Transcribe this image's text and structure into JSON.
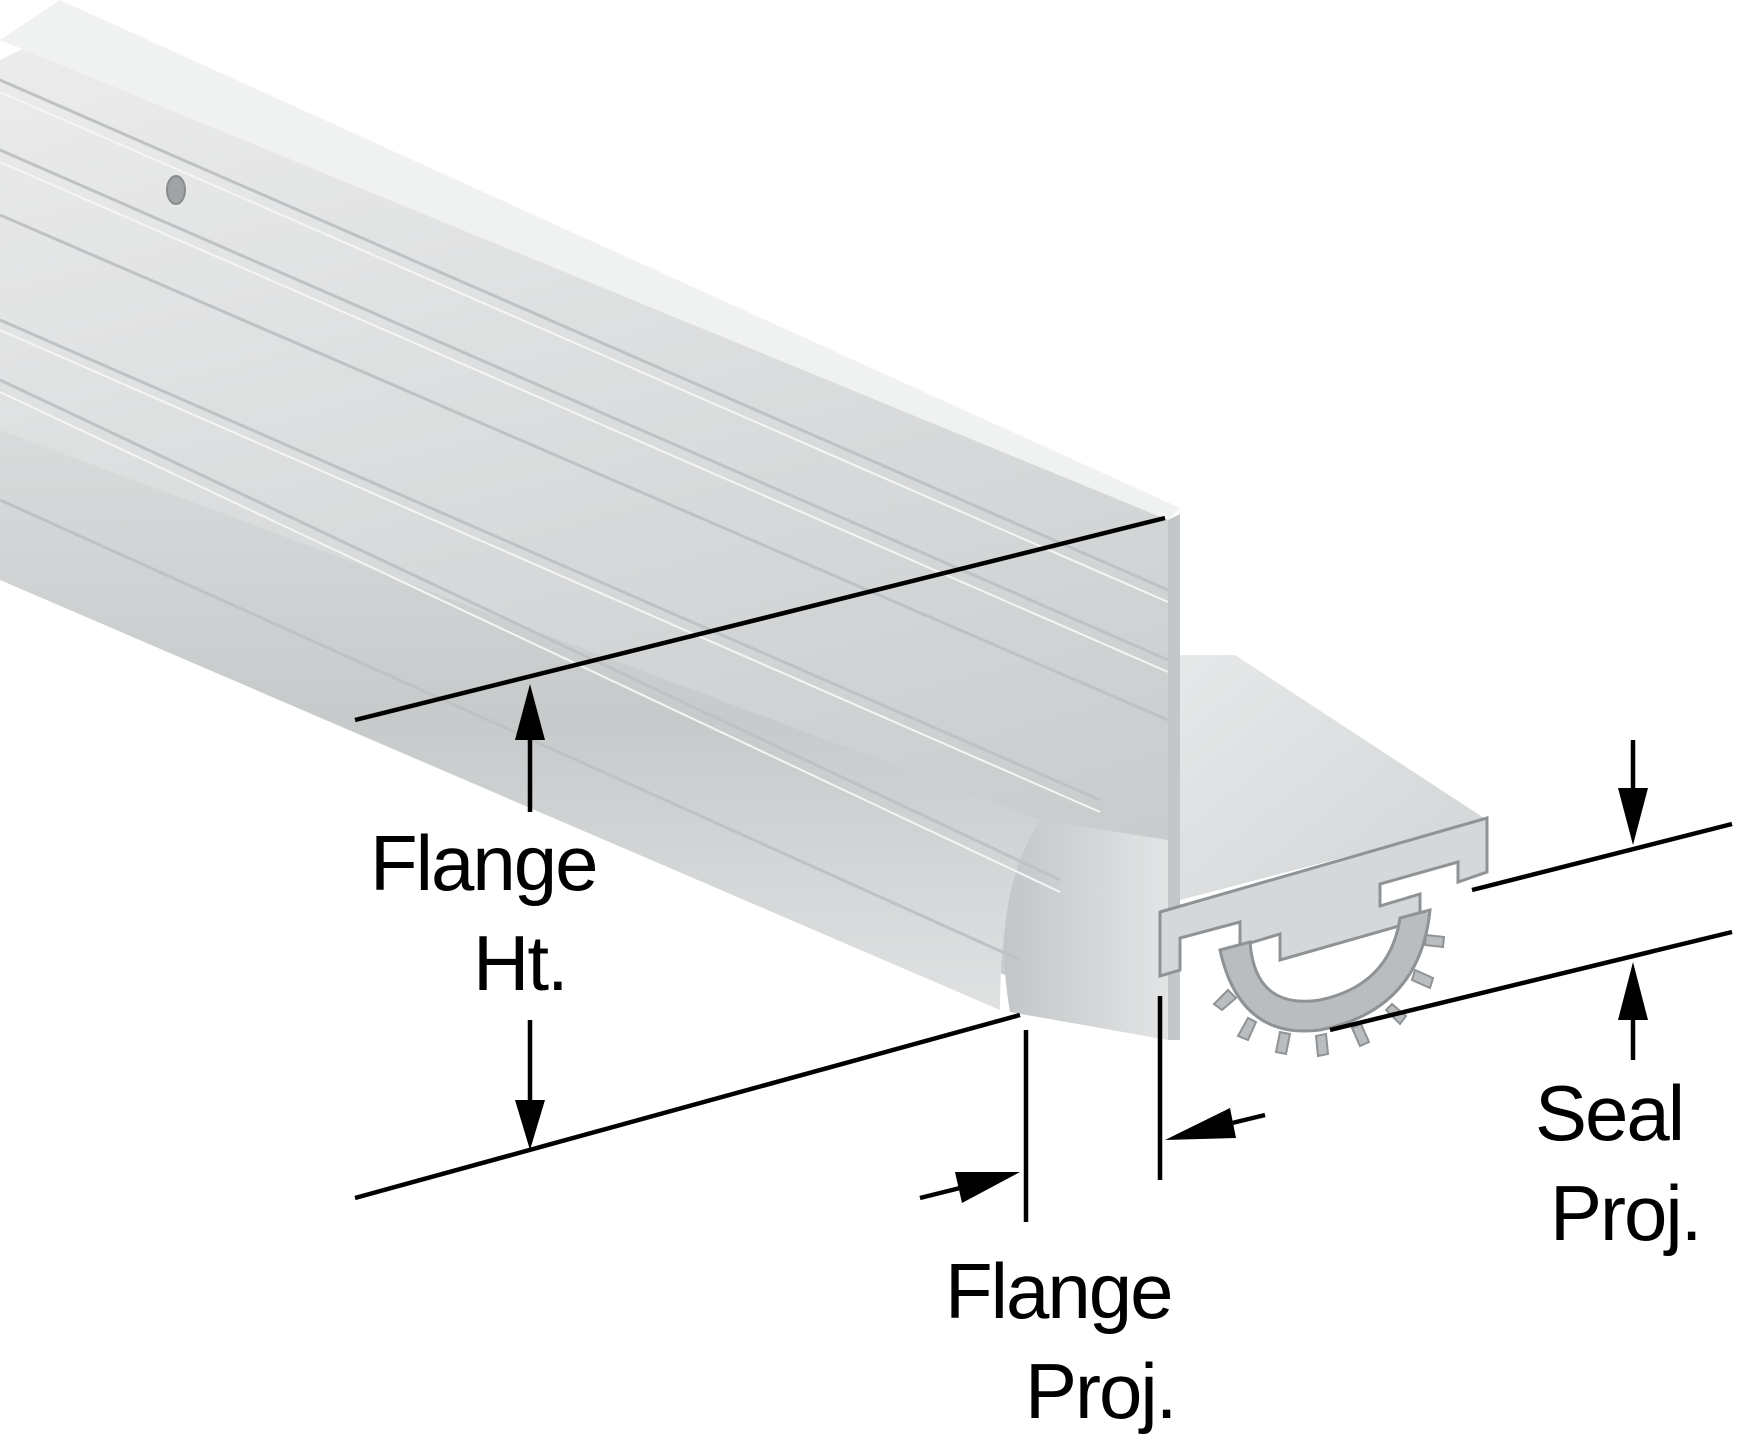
{
  "colors": {
    "background": "#ffffff",
    "metal_light": "#e3e5e6",
    "metal_mid": "#cfd2d3",
    "metal_dark": "#b3b6b8",
    "seal_gray": "#b7bbbd",
    "dimension_ink": "#000000"
  },
  "labels": {
    "flange_height": {
      "line1": "Flange",
      "line2": "Ht."
    },
    "flange_projection": {
      "line1": "Flange",
      "line2": "Proj."
    },
    "seal_projection": {
      "line1": "Seal",
      "line2": "Proj."
    }
  },
  "icons": [
    "dimension-arrow-icon"
  ]
}
